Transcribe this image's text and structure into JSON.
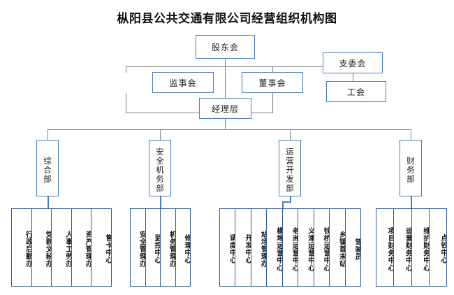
{
  "title": "枞阳县公共交通有限公司经营组织机构图",
  "top_nodes": {
    "shareholders": "股东会",
    "supervisory": "监事会",
    "board": "董事会",
    "management": "经理层",
    "party_branch": "支委会",
    "labor_union": "工会"
  },
  "departments": [
    {
      "id": "general",
      "label": "综合部",
      "children": [
        "行政后勤办",
        "党群文秘办",
        "人事工劳办",
        "资产管理办",
        "售卡中心"
      ]
    },
    {
      "id": "safety",
      "label": "安全机务部",
      "children": [
        "安全管理办",
        "监控中心",
        "机务管理办",
        "修理中心"
      ]
    },
    {
      "id": "operation",
      "label": "运营开发部",
      "children": [
        "调度中心",
        "开发中心",
        "站场管理办",
        "横埠运营中心",
        "老洲运营中心",
        "义津运营中心",
        "钱桥运营中心",
        "乡镇首末站",
        "驾驶员"
      ]
    },
    {
      "id": "finance",
      "label": "财务部",
      "children": [
        "项目财务中心",
        "运营财务中心",
        "维护财务中心",
        "点钞中心"
      ]
    }
  ],
  "colors": {
    "box_border": "#4a7ebb",
    "leaf_border": "#2f5c94",
    "connector": "#7f7f7f",
    "blue_connector": "#4a7ebb",
    "background": "#ffffff",
    "text": "#1a1a1a"
  }
}
